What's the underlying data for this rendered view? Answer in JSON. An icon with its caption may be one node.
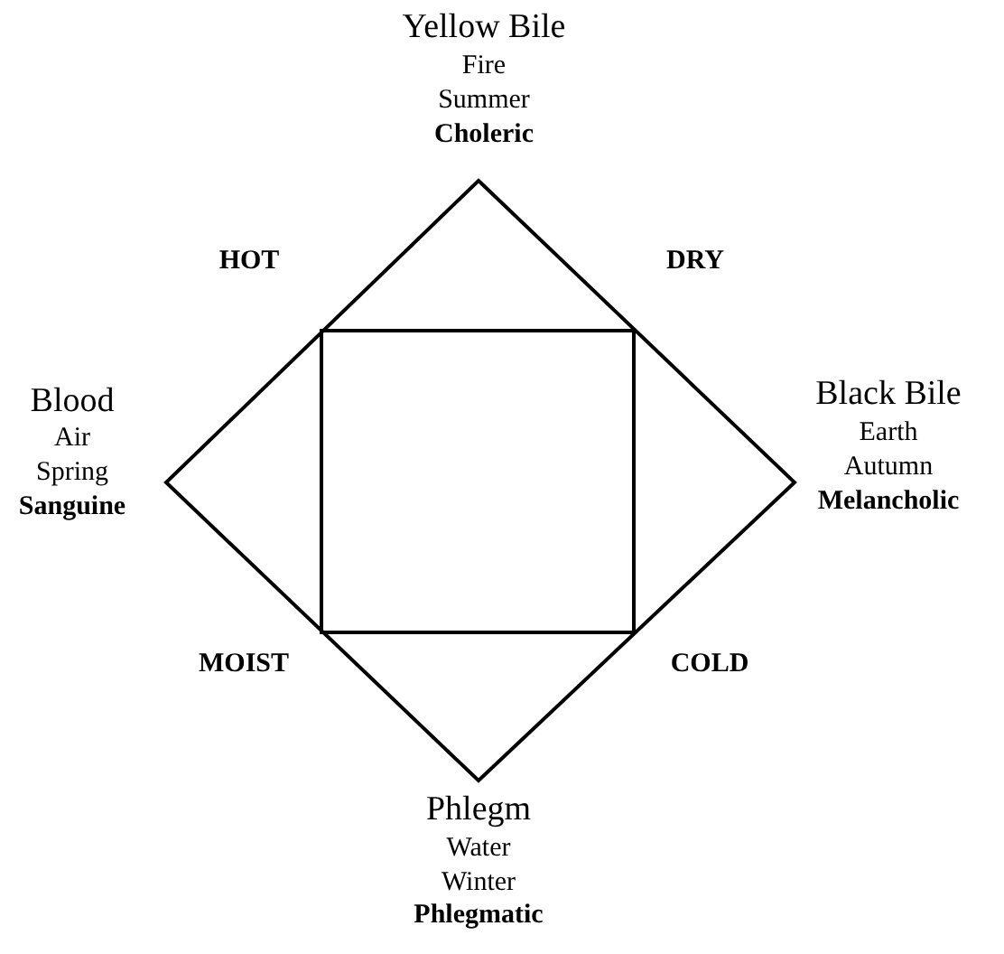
{
  "diagram": {
    "labels": [
      "Yellow Bile",
      "Fire",
      "Summer",
      "Choleric",
      "HOT",
      "DRY",
      "Blood",
      "Air",
      "Spring",
      "Sanguine",
      "Black Bile",
      "Earth",
      "Autumn",
      "Melancholic",
      "MOIST",
      "COLD",
      "Phlegm",
      "Water",
      "Winter",
      "Phlegmatic"
    ]
  }
}
